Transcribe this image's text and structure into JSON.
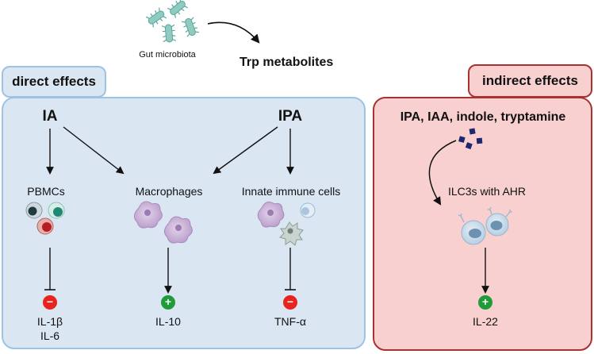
{
  "microbiota_label": "Gut microbiota",
  "trp_label": "Trp metabolites",
  "direct": {
    "title": "direct effects",
    "ia": "IA",
    "ipa": "IPA",
    "pbmcs": "PBMCs",
    "macrophages": "Macrophages",
    "innate": "Innate immune cells",
    "out1_line1": "IL-1β",
    "out1_line2": "IL-6",
    "out2": "IL-10",
    "out3": "TNF-α",
    "sign_minus": "−",
    "sign_plus": "+"
  },
  "indirect": {
    "title": "indirect effects",
    "metabolites": "IPA, IAA, indole, tryptamine",
    "ilc3": "ILC3s with AHR",
    "out": "IL-22",
    "sign_plus": "+"
  },
  "colors": {
    "direct_fill": "#dbe6f3",
    "direct_border": "#9dc3e4",
    "indirect_fill": "#f8d0d0",
    "indirect_border": "#a83232",
    "inhibit_red": "#e8231d",
    "promote_green": "#1f9b3a",
    "metabolite_navy": "#1b2a6e",
    "bacteria_teal": "#5aa69a"
  }
}
